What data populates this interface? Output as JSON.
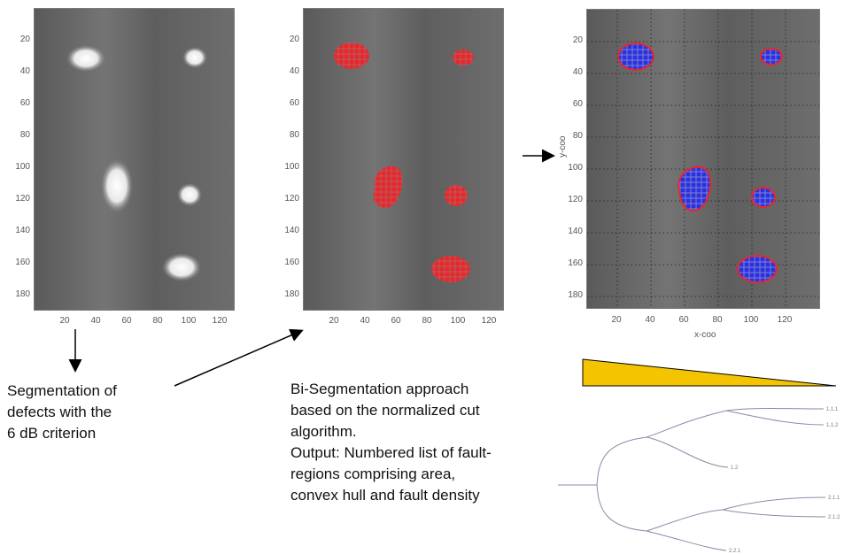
{
  "panels": [
    {
      "id": "raw",
      "y_ticks": [
        "20",
        "40",
        "60",
        "80",
        "100",
        "120",
        "140",
        "160",
        "180"
      ],
      "x_ticks": [
        "20",
        "40",
        "60",
        "80",
        "100",
        "120"
      ]
    },
    {
      "id": "segmented",
      "y_ticks": [
        "20",
        "40",
        "60",
        "80",
        "100",
        "120",
        "140",
        "160",
        "180"
      ],
      "x_ticks": [
        "20",
        "40",
        "60",
        "80",
        "100",
        "120"
      ]
    },
    {
      "id": "bisegmented",
      "y_ticks": [
        "20",
        "40",
        "60",
        "80",
        "100",
        "120",
        "140",
        "160",
        "180"
      ],
      "x_ticks": [
        "20",
        "40",
        "60",
        "80",
        "100",
        "120"
      ],
      "xlabel": "x-coo",
      "ylabel": "y-coo"
    }
  ],
  "captions": {
    "left": [
      "Segmentation of",
      "defects with the",
      "6 dB criterion"
    ],
    "middle": [
      "Bi-Segmentation approach",
      "based on the normalized cut",
      "algorithm.",
      "Output: Numbered list of fault-",
      "regions comprising  area,",
      "convex hull and fault density"
    ]
  },
  "dendrogram_labels": [
    "1.1.1",
    "1.1.2",
    "1.2",
    "2.1.1",
    "2.1.2",
    "2.2.1"
  ],
  "colors": {
    "region_red": "#e8262b",
    "region_blue": "#2a32e0",
    "triangle": "#f5c400",
    "background_gray": "#6e6e6e"
  }
}
